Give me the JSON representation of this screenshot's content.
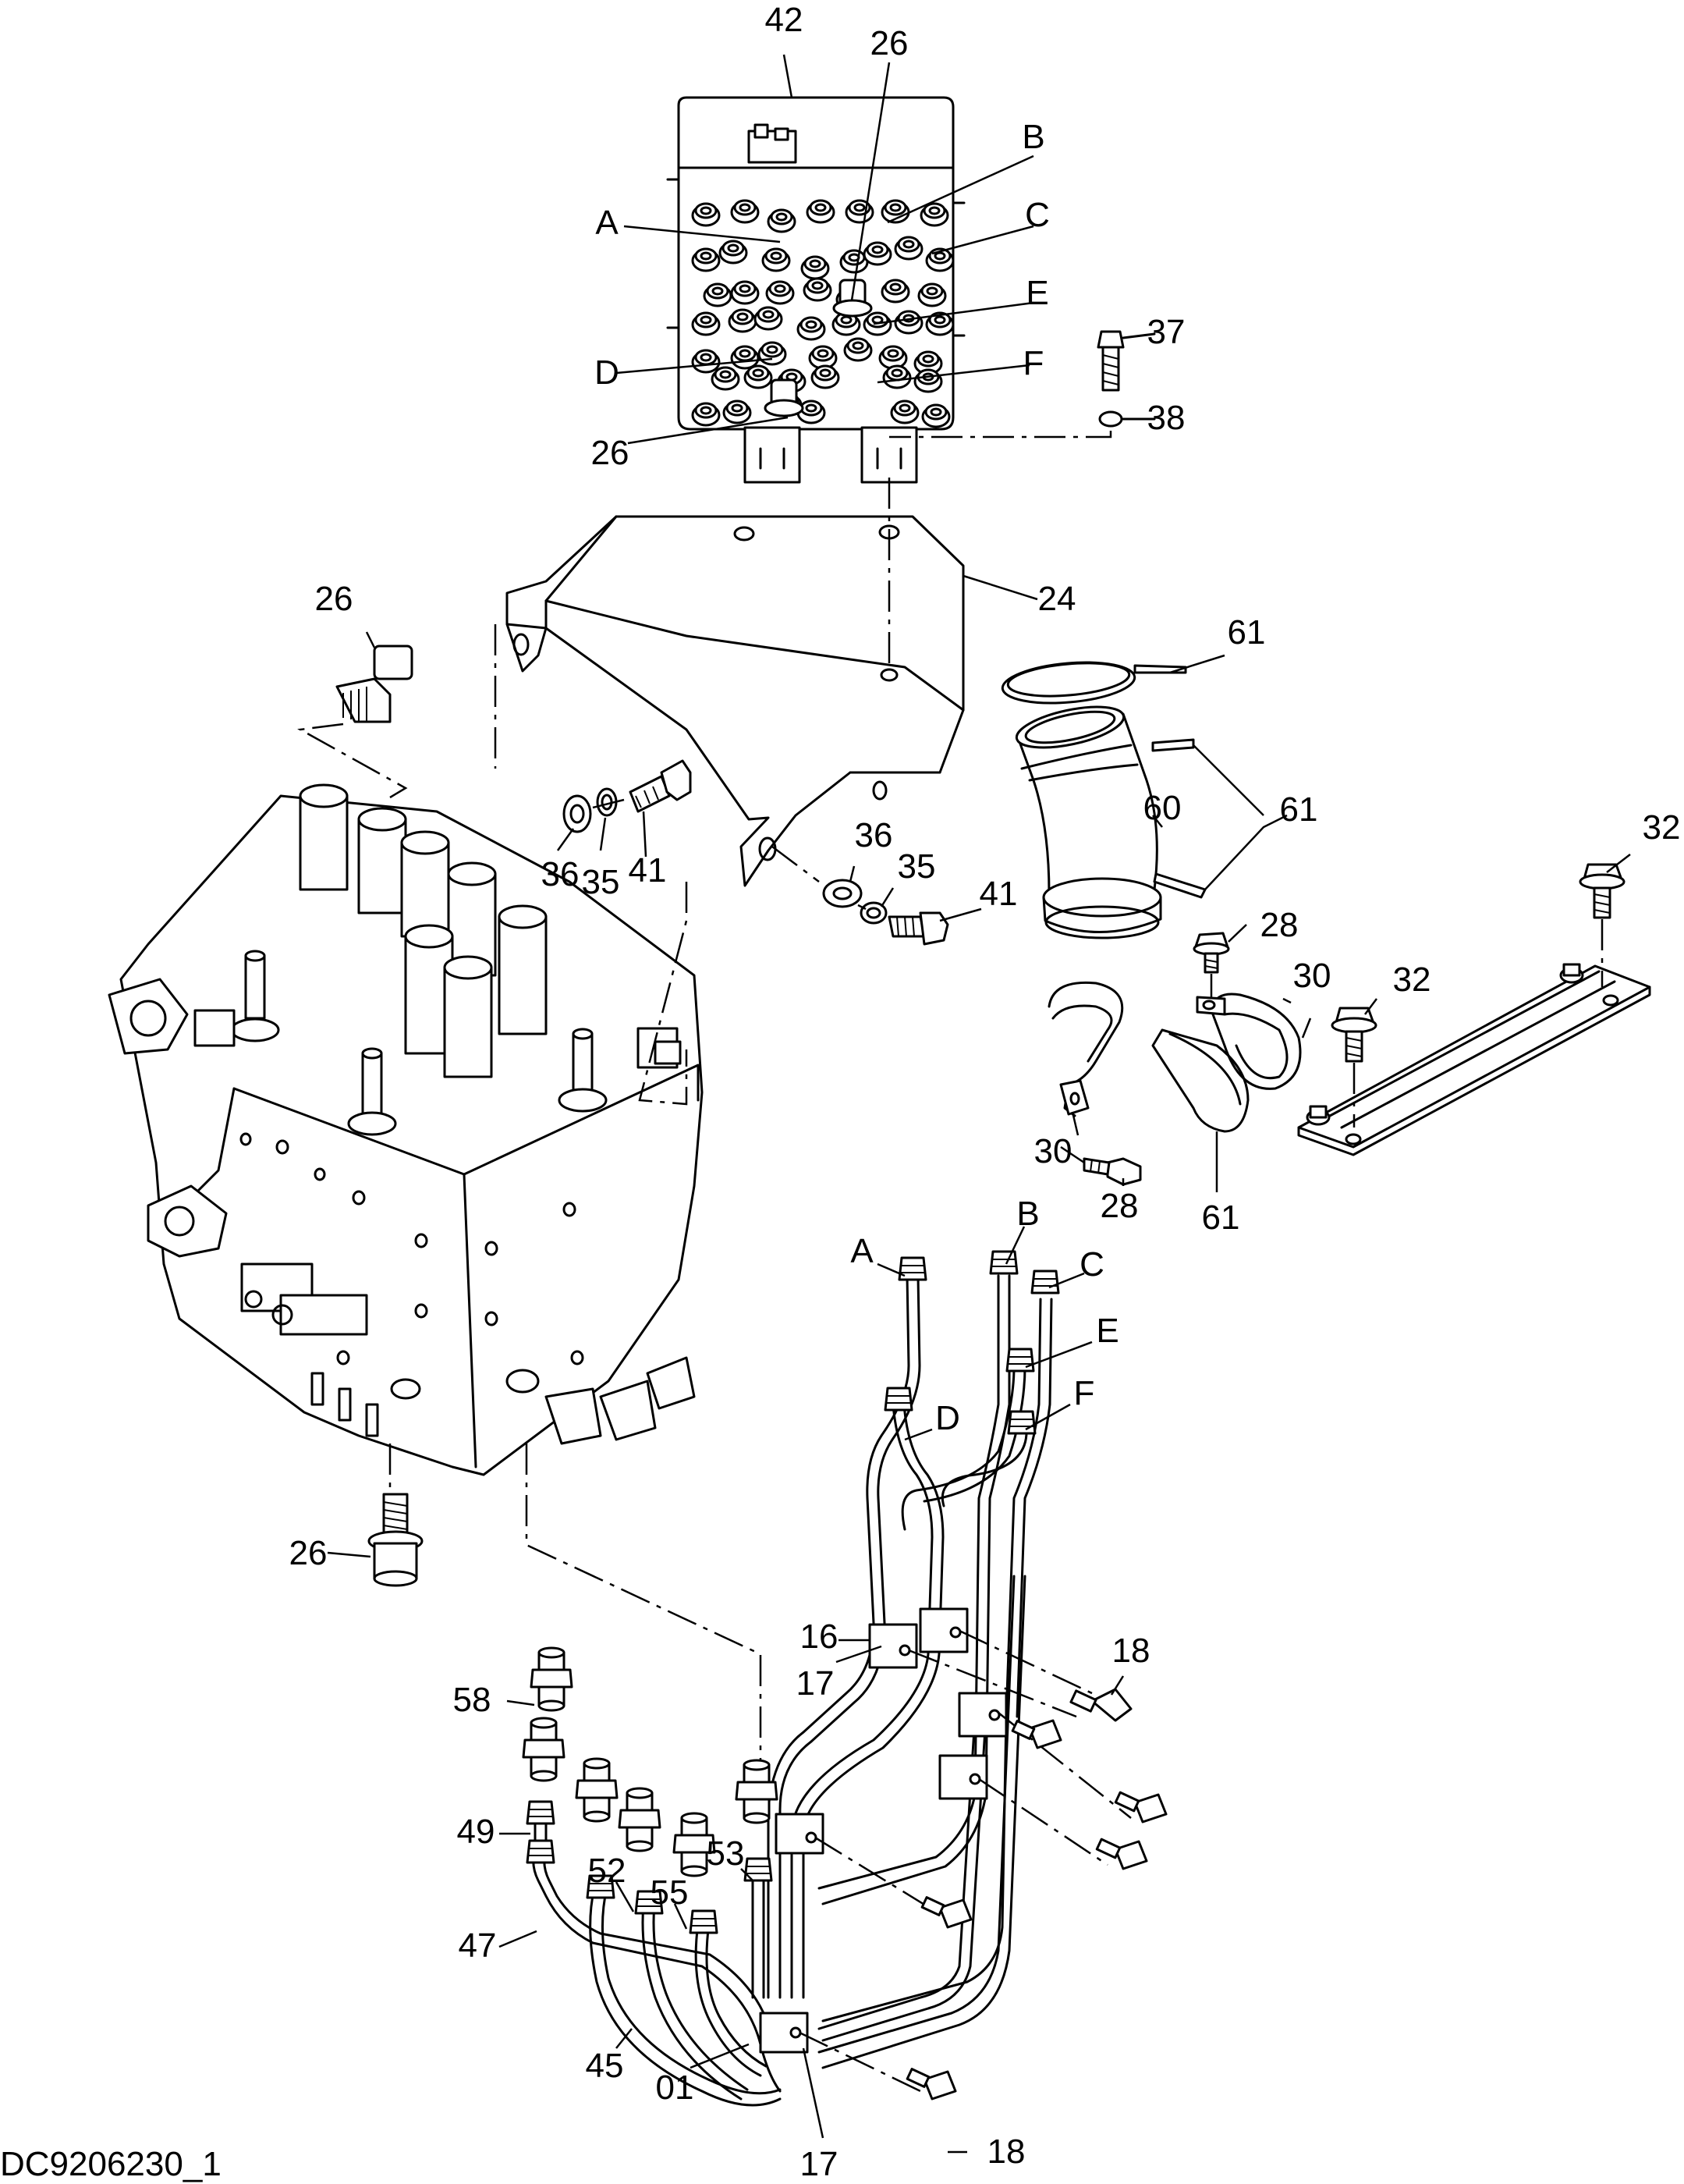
{
  "drawing_id": "DC9206230_1",
  "callouts": [
    {
      "key": "p42",
      "text": "42"
    },
    {
      "key": "p26_top",
      "text": "26"
    },
    {
      "key": "lB",
      "text": "B"
    },
    {
      "key": "lA",
      "text": "A"
    },
    {
      "key": "lC",
      "text": "C"
    },
    {
      "key": "lE",
      "text": "E"
    },
    {
      "key": "lD",
      "text": "D"
    },
    {
      "key": "lF",
      "text": "F"
    },
    {
      "key": "p37",
      "text": "37"
    },
    {
      "key": "p38",
      "text": "38"
    },
    {
      "key": "p26_block",
      "text": "26"
    },
    {
      "key": "p24",
      "text": "24"
    },
    {
      "key": "p26_left",
      "text": "26"
    },
    {
      "key": "p61_a",
      "text": "61"
    },
    {
      "key": "p60",
      "text": "60"
    },
    {
      "key": "p61_b",
      "text": "61"
    },
    {
      "key": "p36_a",
      "text": "36"
    },
    {
      "key": "p35_a",
      "text": "35"
    },
    {
      "key": "p41_a",
      "text": "41"
    },
    {
      "key": "p36_b",
      "text": "36"
    },
    {
      "key": "p35_b",
      "text": "35"
    },
    {
      "key": "p41_b",
      "text": "41"
    },
    {
      "key": "p32_a",
      "text": "32"
    },
    {
      "key": "p28_a",
      "text": "28"
    },
    {
      "key": "p30_a",
      "text": "30"
    },
    {
      "key": "p32_b",
      "text": "32"
    },
    {
      "key": "p30_b",
      "text": "30"
    },
    {
      "key": "p28_b",
      "text": "28"
    },
    {
      "key": "p61_c",
      "text": "61"
    },
    {
      "key": "lA2",
      "text": "A"
    },
    {
      "key": "lB2",
      "text": "B"
    },
    {
      "key": "lC2",
      "text": "C"
    },
    {
      "key": "lE2",
      "text": "E"
    },
    {
      "key": "lD2",
      "text": "D"
    },
    {
      "key": "lF2",
      "text": "F"
    },
    {
      "key": "p26_bottom",
      "text": "26"
    },
    {
      "key": "p16",
      "text": "16"
    },
    {
      "key": "p18_a",
      "text": "18"
    },
    {
      "key": "p17_a",
      "text": "17"
    },
    {
      "key": "p58",
      "text": "58"
    },
    {
      "key": "p49",
      "text": "49"
    },
    {
      "key": "p52",
      "text": "52"
    },
    {
      "key": "p55",
      "text": "55"
    },
    {
      "key": "p53",
      "text": "53"
    },
    {
      "key": "p47",
      "text": "47"
    },
    {
      "key": "p45",
      "text": "45"
    },
    {
      "key": "p01",
      "text": "01"
    },
    {
      "key": "p17_b",
      "text": "17"
    },
    {
      "key": "p18_b",
      "text": "18"
    }
  ]
}
